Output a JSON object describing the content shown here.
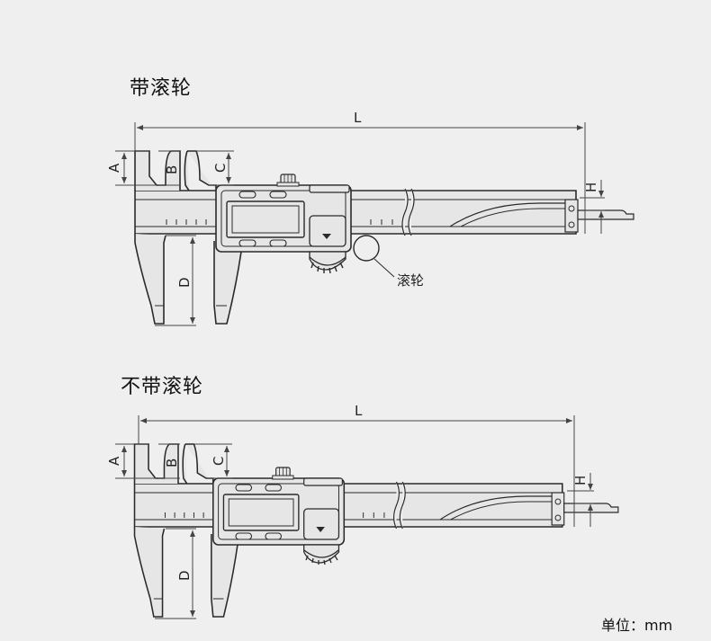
{
  "sections": [
    {
      "title": "带滚轮",
      "dim_labels": {
        "L": "L",
        "A": "A",
        "B": "B",
        "C": "C",
        "D": "D",
        "H": "H"
      },
      "callout": "滚轮"
    },
    {
      "title": "不带滚轮",
      "dim_labels": {
        "L": "L",
        "A": "A",
        "B": "B",
        "C": "C",
        "D": "D",
        "H": "H"
      }
    }
  ],
  "unit_note": "单位：mm",
  "colors": {
    "background": "#efefef",
    "body_fill": "#e4e4e4",
    "line": "#2a2a2a",
    "dim_line": "#444444"
  }
}
